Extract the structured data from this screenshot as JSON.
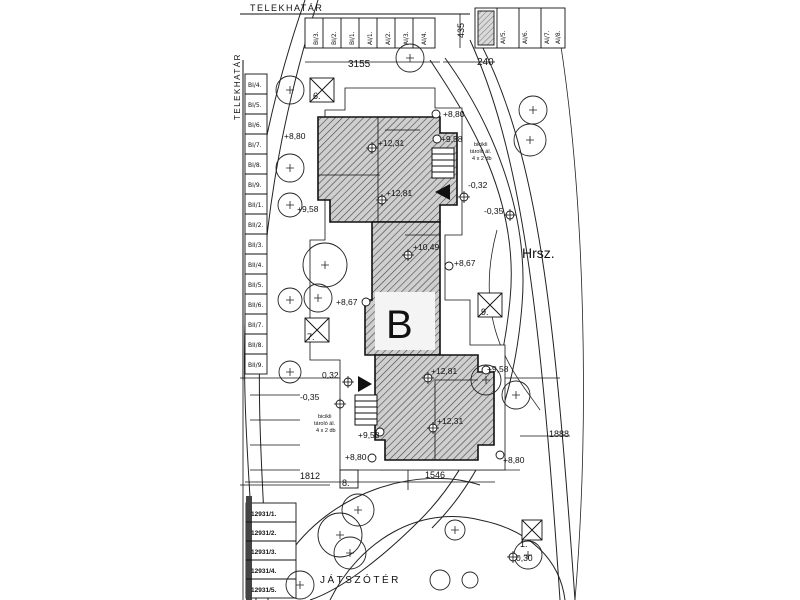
{
  "boundary": {
    "top": "TELEKHATÁR",
    "left": "TELEKHATÁR"
  },
  "top_parking": [
    "BI/3.",
    "BI/2.",
    "BI/1.",
    "AI/1.",
    "AI/2.",
    "AI/3.",
    "AI/4."
  ],
  "top_right_parking": [
    "AI/5.",
    "AI/6.",
    "AI/7.",
    "AI/8."
  ],
  "left_parking": [
    "BI/4.",
    "BI/5.",
    "BI/6.",
    "BI/7.",
    "BI/8.",
    "BI/9.",
    "BII/1.",
    "BII/2.",
    "BII/3.",
    "BII/4.",
    "BII/5.",
    "BII/6.",
    "BII/7.",
    "BII/8.",
    "BII/9."
  ],
  "lot_labels": [
    "12931/1.",
    "12931/2.",
    "12931/3.",
    "12931/4.",
    "12931/5."
  ],
  "dims": {
    "d3155": "3155",
    "d435": "435",
    "d240": "240",
    "d1812": "1812",
    "d1546": "1546",
    "d1888": "1888"
  },
  "building_letter": "B",
  "parcel_label": "Hrsz.",
  "playground": "JÁTSZÓTÉR",
  "levels": {
    "l880a": "+8,80",
    "l880b": "+8,80",
    "l880c": "+8,80",
    "l880d": "+8,80",
    "l958a": "+9,58",
    "l958b": "+9,58",
    "l958c": "+9,58",
    "l958d": "+9,58",
    "l1231a": "+12,31",
    "l1231b": "+12,31",
    "l1281a": "+12,81",
    "l1281b": "+12,81",
    "l1049": "+10,49",
    "l867a": "+8,67",
    "l867b": "+8,67",
    "l032a": "-0,32",
    "l032b": "0,32",
    "l035a": "-0,35",
    "l035b": "-0,35",
    "l030": "0,30"
  },
  "storage": {
    "top": [
      "bicikli",
      "tároló ál.",
      "4 x 2 db"
    ],
    "bottom": [
      "bicikli",
      "tároló ál.",
      "4 x 2 db"
    ]
  },
  "area_numbers": {
    "a6": "6.",
    "a7": "7.",
    "a8": "8.",
    "a9": "9.",
    "a1": "1."
  }
}
